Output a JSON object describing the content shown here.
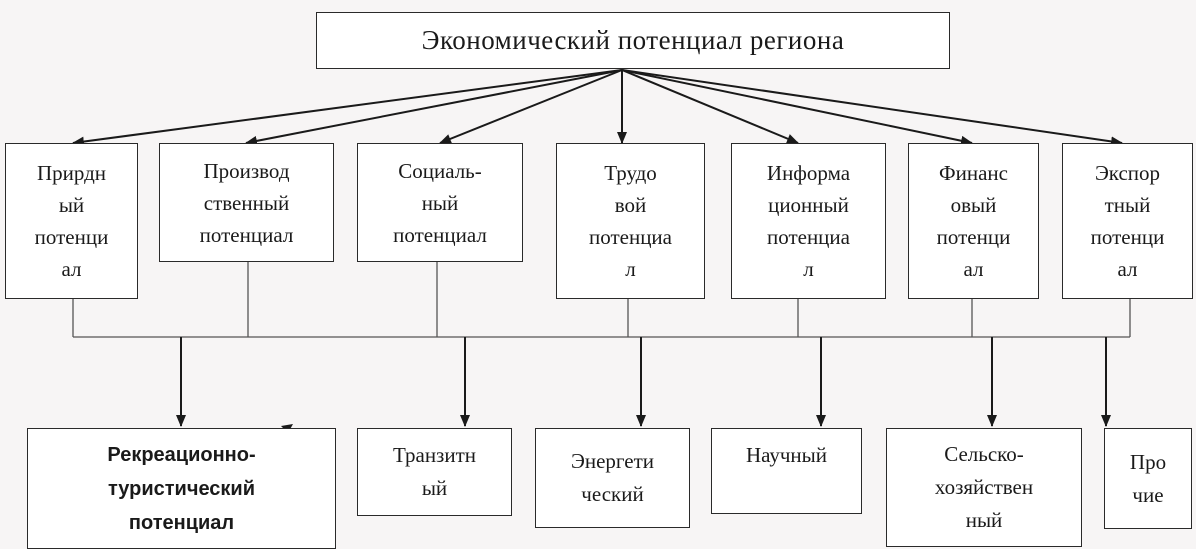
{
  "diagram": {
    "root": {
      "label": "Экономический потенциал региона"
    },
    "potentials": [
      {
        "id": "p1",
        "label": "Прирдн\nый\nпотенци\nал"
      },
      {
        "id": "p2",
        "label": "Производ\nственный\nпотенциал"
      },
      {
        "id": "p3",
        "label": "Социаль-\nный\nпотенциал"
      },
      {
        "id": "p4",
        "label": "Трудо\nвой\nпотенциа\nл"
      },
      {
        "id": "p5",
        "label": "Информа\nционный\nпотенциа\nл"
      },
      {
        "id": "p6",
        "label": "Финанс\nовый\nпотенци\nал"
      },
      {
        "id": "p7",
        "label": "Экспор\nтный\nпотенци\nал"
      }
    ],
    "sectors": [
      {
        "id": "b1",
        "label": "Рекреационно-\nтуристический\nпотенциал"
      },
      {
        "id": "b2",
        "label": "Транзитн\nый"
      },
      {
        "id": "b3",
        "label": "Энергети\nческий"
      },
      {
        "id": "b4",
        "label": "Научный"
      },
      {
        "id": "b5",
        "label": "Сельско-\nхозяйствен\nный"
      },
      {
        "id": "b6",
        "label": "Про\nчие"
      }
    ]
  }
}
